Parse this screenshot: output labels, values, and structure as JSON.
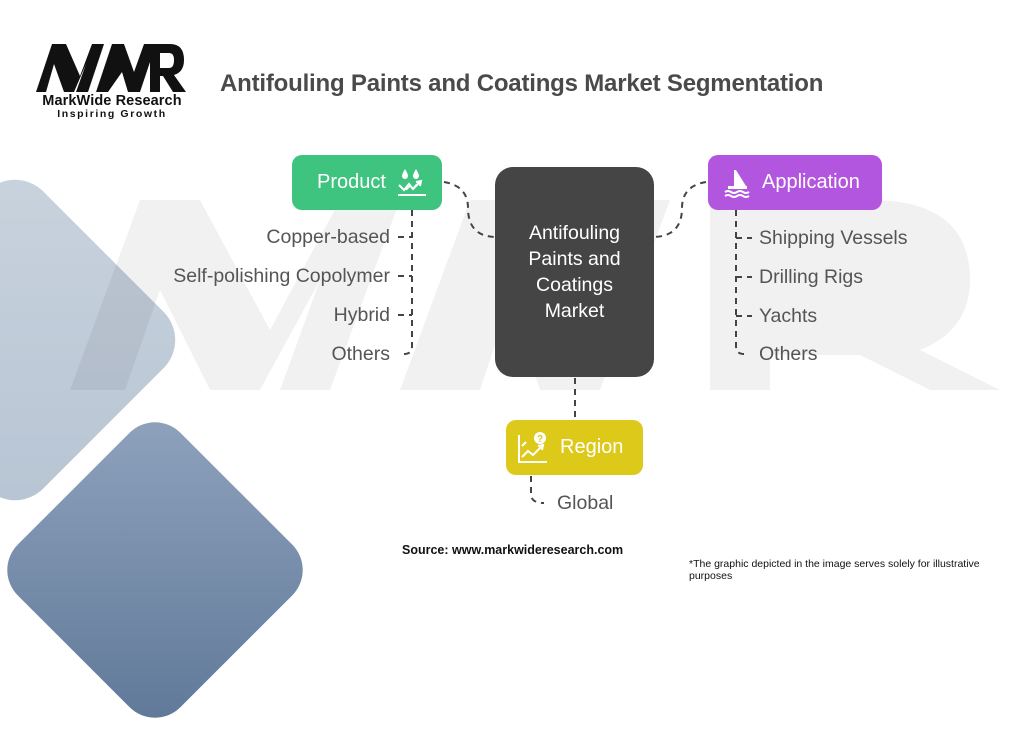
{
  "logo": {
    "mark": "MWR",
    "name": "MarkWide Research",
    "tagline": "Inspiring Growth"
  },
  "title": "Antifouling Paints and Coatings Market Segmentation",
  "center": {
    "lines": [
      "Antifouling",
      "Paints and",
      "Coatings",
      "Market"
    ]
  },
  "segments": {
    "product": {
      "label": "Product",
      "icon": "water-drops-growth-icon",
      "color": "#3fc480",
      "items": [
        "Copper-based",
        "Self-polishing Copolymer",
        "Hybrid",
        "Others"
      ]
    },
    "application": {
      "label": "Application",
      "icon": "sailboat-icon",
      "color": "#b356df",
      "items": [
        "Shipping Vessels",
        "Drilling Rigs",
        "Yachts",
        "Others"
      ]
    },
    "region": {
      "label": "Region",
      "icon": "chart-question-icon",
      "color": "#ddc91a",
      "items": [
        "Global"
      ]
    }
  },
  "colors": {
    "center": "#454545",
    "text": "#555555",
    "title": "#4a4a4a"
  },
  "footer": {
    "source": "Source: www.markwideresearch.com",
    "disclaimer": "*The graphic depicted in the image serves solely for illustrative purposes"
  }
}
